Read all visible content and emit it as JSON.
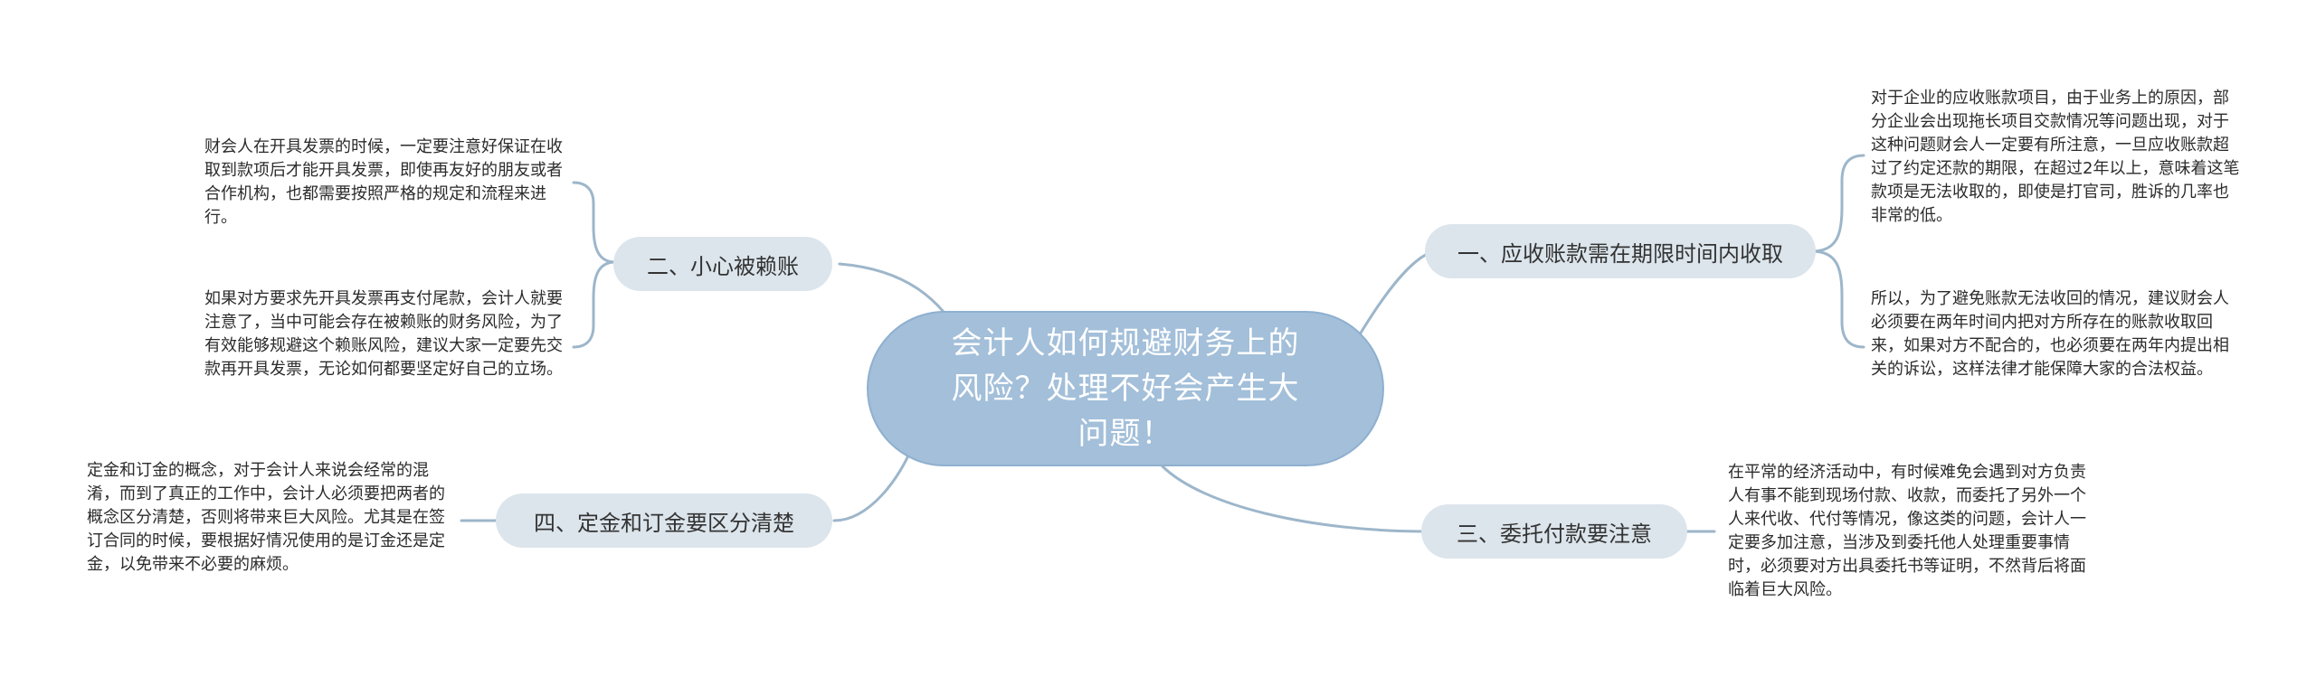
{
  "colors": {
    "central_fill": "#a3bfd9",
    "branch_fill": "#dce5ec",
    "edge": "#9db6ca",
    "leaf_text": "#2b2b2b"
  },
  "central": {
    "title": "会计人如何规避财务上的风险？处理不好会产生大问题！"
  },
  "branches": [
    {
      "label": "一、应收账款需在期限时间内收取",
      "details": [
        "对于企业的应收账款项目，由于业务上的原因，部分企业会出现拖长项目交款情况等问题出现，对于这种问题财会人一定要有所注意，一旦应收账款超过了约定还款的期限，在超过2年以上，意味着这笔款项是无法收取的，即使是打官司，胜诉的几率也非常的低。",
        "所以，为了避免账款无法收回的情况，建议财会人必须要在两年时间内把对方所存在的账款收取回来，如果对方不配合的，也必须要在两年内提出相关的诉讼，这样法律才能保障大家的合法权益。"
      ]
    },
    {
      "label": "二、小心被赖账",
      "details": [
        "财会人在开具发票的时候，一定要注意好保证在收取到款项后才能开具发票，即使再友好的朋友或者合作机构，也都需要按照严格的规定和流程来进行。",
        "如果对方要求先开具发票再支付尾款，会计人就要注意了，当中可能会存在被赖账的财务风险，为了有效能够规避这个赖账风险，建议大家一定要先交款再开具发票，无论如何都要坚定好自己的立场。"
      ]
    },
    {
      "label": "三、委托付款要注意",
      "details": [
        "在平常的经济活动中，有时候难免会遇到对方负责人有事不能到现场付款、收款，而委托了另外一个人来代收、代付等情况，像这类的问题，会计人一定要多加注意，当涉及到委托他人处理重要事情时，必须要对方出具委托书等证明，不然背后将面临着巨大风险。"
      ]
    },
    {
      "label": "四、定金和订金要区分清楚",
      "details": [
        "定金和订金的概念，对于会计人来说会经常的混淆，而到了真正的工作中，会计人必须要把两者的概念区分清楚，否则将带来巨大风险。尤其是在签订合同的时候，要根据好情况使用的是订金还是定金，以免带来不必要的麻烦。"
      ]
    }
  ]
}
